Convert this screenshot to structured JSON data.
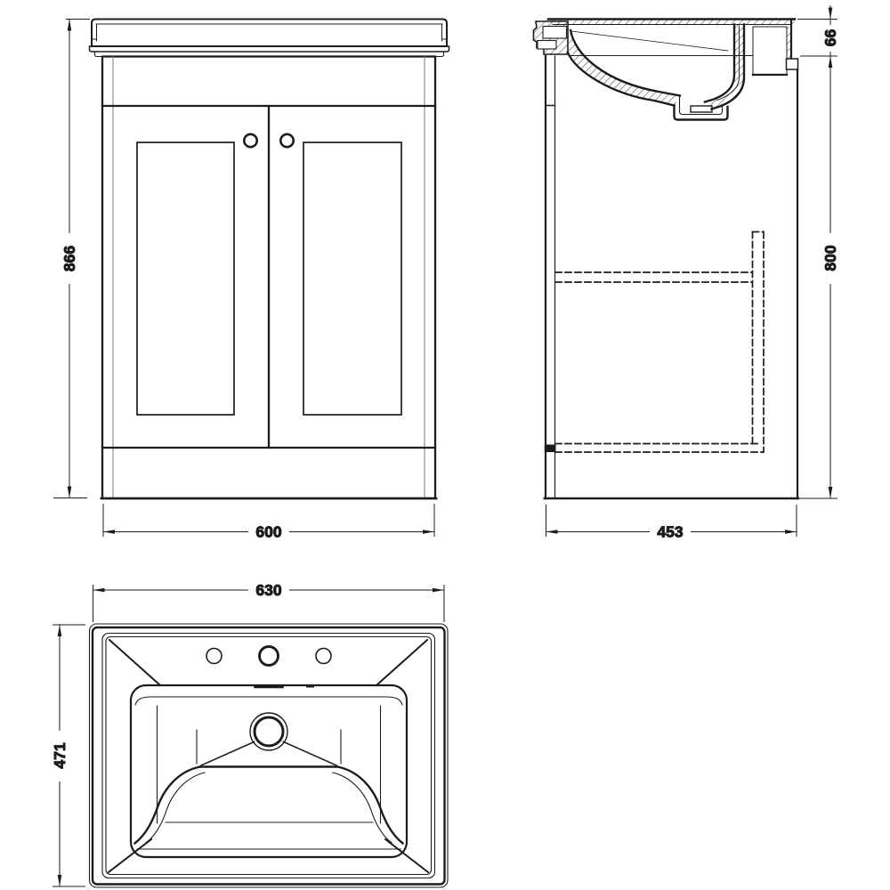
{
  "canvas": {
    "background": "#ffffff",
    "ink": "#1c1c1c",
    "secondary_ink": "#8f8f8f"
  },
  "views": {
    "front_elevation": {
      "height_mm": "866",
      "width_mm": "600"
    },
    "side_section": {
      "basin_height_mm": "66",
      "cabinet_height_mm": "800",
      "depth_mm": "453"
    },
    "top_plan": {
      "basin_width_mm": "630",
      "basin_depth_mm": "471"
    }
  }
}
